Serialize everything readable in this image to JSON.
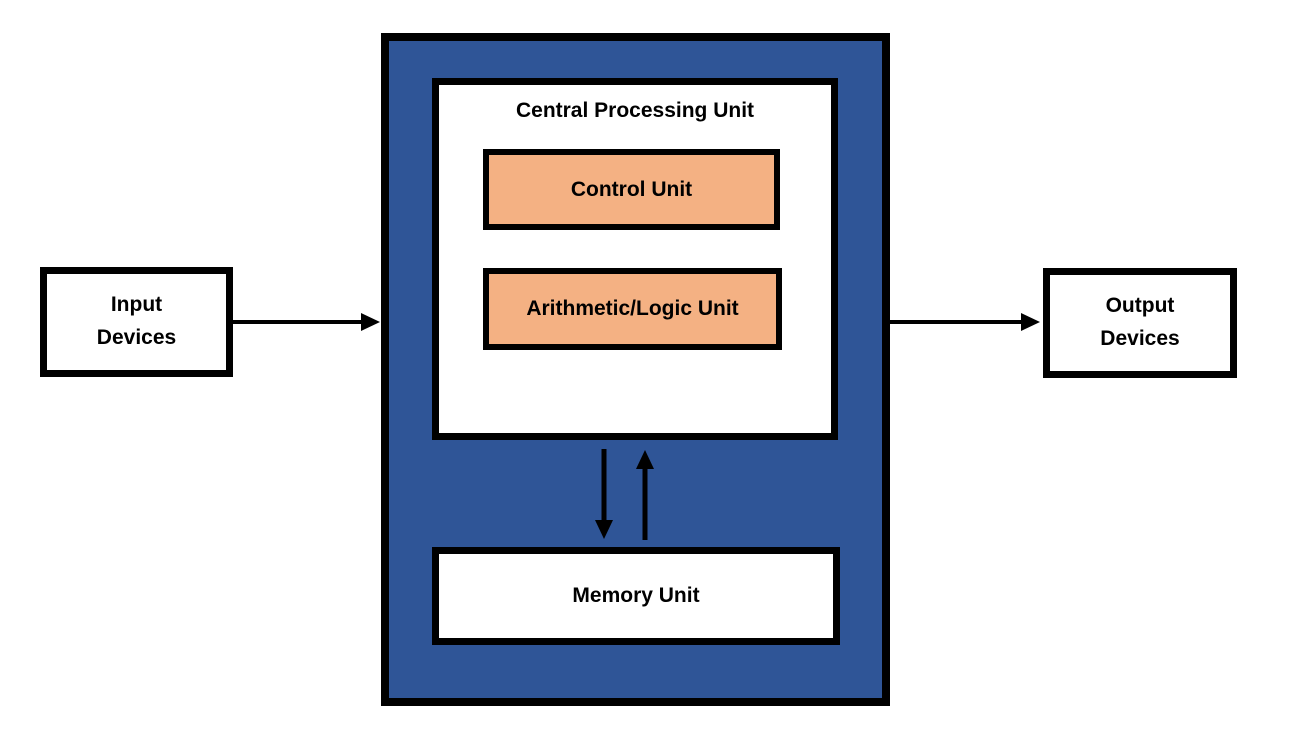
{
  "diagram": {
    "cpu": {
      "title": "Central Processing Unit"
    },
    "control_unit": {
      "label": "Control Unit"
    },
    "alu": {
      "label": "Arithmetic/Logic Unit"
    },
    "memory": {
      "label": "Memory Unit"
    },
    "input": {
      "line1": "Input",
      "line2": "Devices"
    },
    "output": {
      "line1": "Output",
      "line2": "Devices"
    },
    "colors": {
      "cpu_fill": "#2F5597",
      "inner_unit_fill": "#F4B183",
      "box_fill": "#FFFFFF",
      "border": "#000000",
      "arrow": "#000000",
      "text": "#000000",
      "page_background": "#FFFFFF"
    },
    "arrows": [
      {
        "from": "Input Devices",
        "to": "Central Processing Unit",
        "direction": "right"
      },
      {
        "from": "Central Processing Unit",
        "to": "Output Devices",
        "direction": "right"
      },
      {
        "from": "Central Processing Unit",
        "to": "Memory Unit",
        "direction": "down"
      },
      {
        "from": "Memory Unit",
        "to": "Central Processing Unit",
        "direction": "up"
      }
    ]
  }
}
